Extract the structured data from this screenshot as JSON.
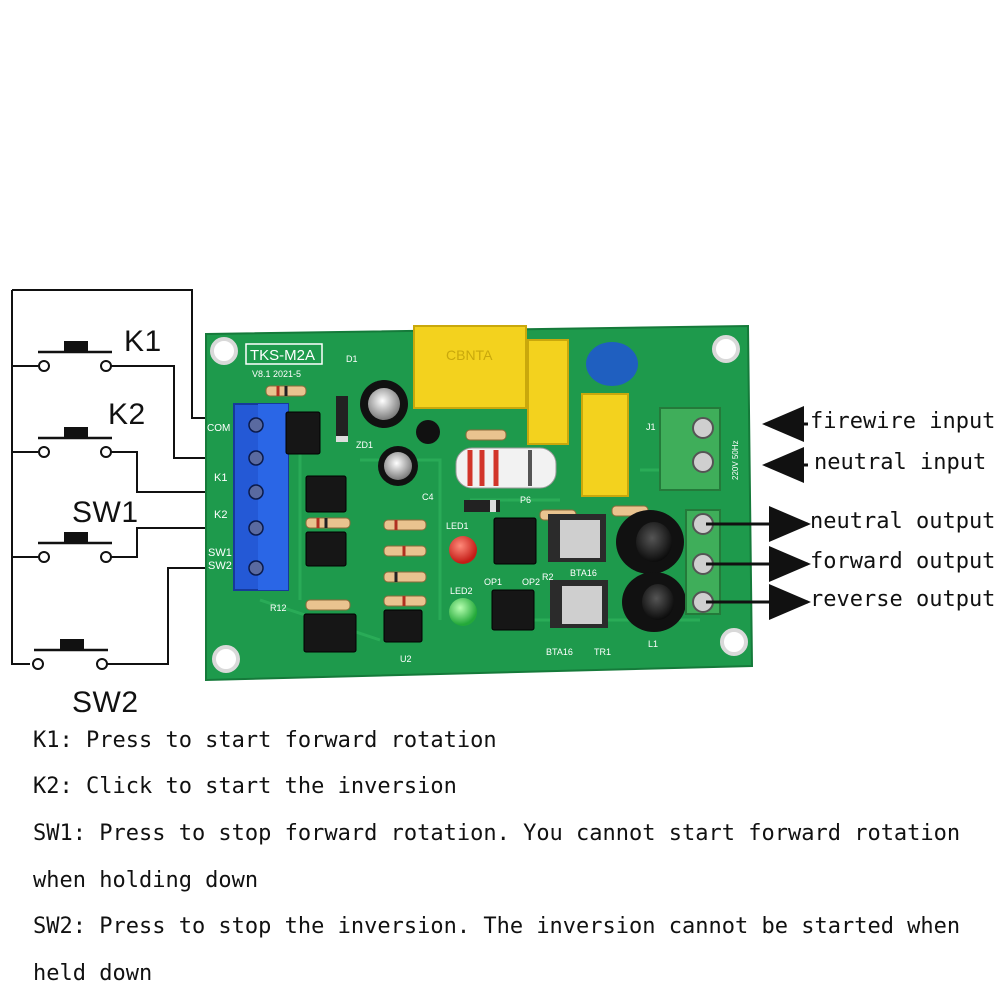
{
  "switches": {
    "k1": "K1",
    "k2": "K2",
    "sw1": "SW1",
    "sw2": "SW2"
  },
  "board": {
    "model": "TKS-M2A",
    "version": "V8.1 2021-5",
    "pin_labels": [
      "COM",
      "K1",
      "K2",
      "SW1",
      "SW2"
    ],
    "component_labels": [
      "D1",
      "ZD1",
      "R12",
      "U2",
      "LED1",
      "LED2",
      "OP1",
      "OP2",
      "R2",
      "BTA16",
      "BTA16",
      "TR1",
      "L1",
      "J1",
      "P6",
      "C4"
    ],
    "capacitor_marking": "CBNTA",
    "voltage_marking": "220V 50Hz"
  },
  "outputs": {
    "firewire_input": "firewire input",
    "neutral_input": "neutral input",
    "neutral_output": "neutral output",
    "forward_output": "forward output",
    "reverse_output": "reverse output"
  },
  "descriptions": [
    "K1: Press to start forward rotation",
    "K2: Click to start the inversion",
    "SW1: Press to stop forward rotation. You cannot start forward rotation",
    "when holding down",
    "SW2: Press to stop the inversion. The inversion cannot be started when",
    "held down"
  ],
  "colors": {
    "pcb": "#1e9a4c",
    "terminal_blue": "#2459d6",
    "terminal_green": "#3fae5a",
    "capacitor_yellow": "#f3d21e",
    "led_red": "#d8261e",
    "led_green": "#3ccf4a"
  }
}
